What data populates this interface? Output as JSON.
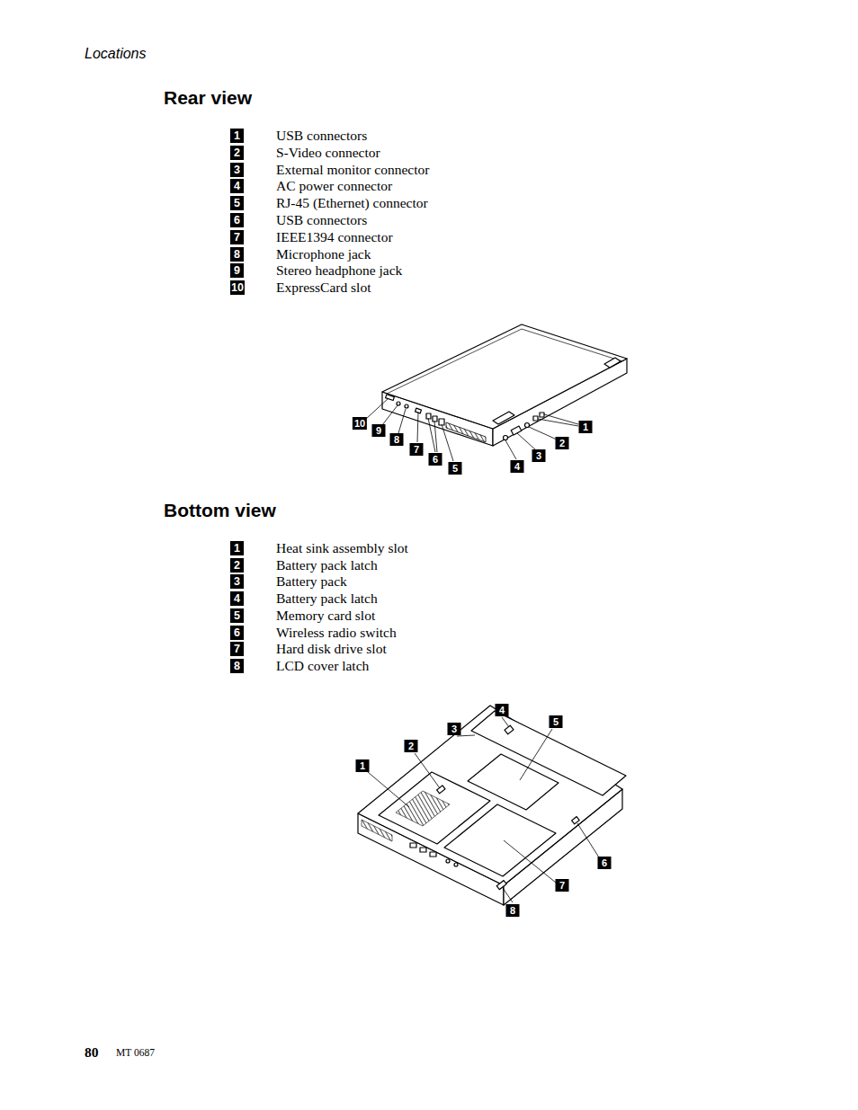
{
  "diagram": {
    "labels": [
      "Locations",
      "Rear view",
      "1",
      "USB connectors",
      "2",
      "S-Video connector",
      "3",
      "External monitor connector",
      "4",
      "AC power connector",
      "5",
      "RJ-45 (Ethernet) connector",
      "6",
      "USB connectors",
      "7",
      "IEEE1394 connector",
      "8",
      "Microphone jack",
      "9",
      "Stereo headphone jack",
      "10",
      "ExpressCard slot",
      "10",
      "9",
      "8",
      "7",
      "6",
      "5",
      "4",
      "3",
      "2",
      "1",
      "Bottom view",
      "1",
      "Heat sink assembly slot",
      "2",
      "Battery pack latch",
      "3",
      "Battery pack",
      "4",
      "Battery pack latch",
      "5",
      "Memory card slot",
      "6",
      "Wireless radio switch",
      "7",
      "Hard disk drive slot",
      "8",
      "LCD cover latch",
      "1",
      "2",
      "3",
      "4",
      "5",
      "6",
      "7",
      "8",
      "80",
      "MT 0687"
    ]
  }
}
